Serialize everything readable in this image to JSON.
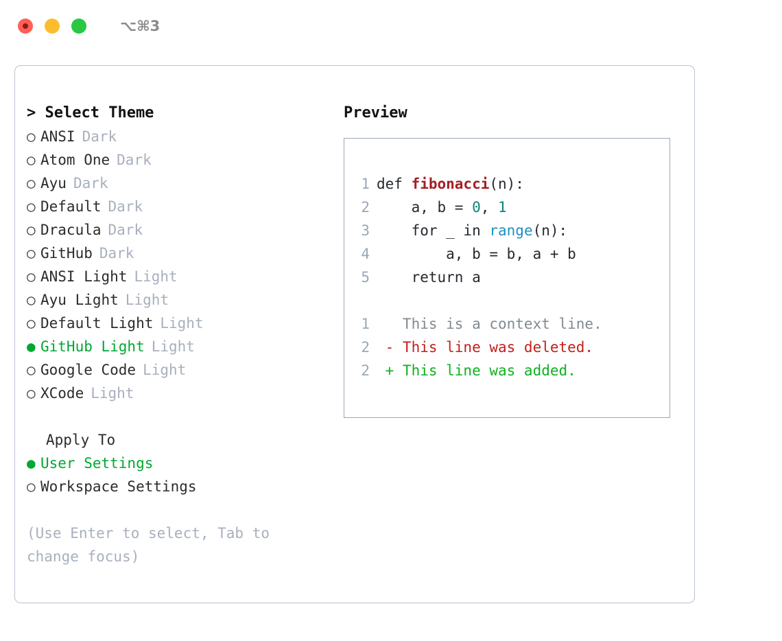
{
  "titlebar": {
    "shortcut": "⌥⌘3",
    "buttons": [
      {
        "name": "close",
        "color": "#ff5f57"
      },
      {
        "name": "minimize",
        "color": "#fbbd2e"
      },
      {
        "name": "maximize",
        "color": "#28c840"
      }
    ]
  },
  "accent": {
    "selected_green": "#00a832",
    "muted_gray": "#a8b0bd",
    "border": "#b9c2ce",
    "preview_border": "#9aa7b8"
  },
  "left": {
    "heading": "> Select Theme",
    "themes": [
      {
        "bullet": "○",
        "name": "ANSI",
        "mode": "Dark",
        "selected": false
      },
      {
        "bullet": "○",
        "name": "Atom One",
        "mode": "Dark",
        "selected": false
      },
      {
        "bullet": "○",
        "name": "Ayu",
        "mode": "Dark",
        "selected": false
      },
      {
        "bullet": "○",
        "name": "Default",
        "mode": "Dark",
        "selected": false
      },
      {
        "bullet": "○",
        "name": "Dracula",
        "mode": "Dark",
        "selected": false
      },
      {
        "bullet": "○",
        "name": "GitHub",
        "mode": "Dark",
        "selected": false
      },
      {
        "bullet": "○",
        "name": "ANSI Light",
        "mode": "Light",
        "selected": false
      },
      {
        "bullet": "○",
        "name": "Ayu Light",
        "mode": "Light",
        "selected": false
      },
      {
        "bullet": "○",
        "name": "Default Light",
        "mode": "Light",
        "selected": false
      },
      {
        "bullet": "●",
        "name": "GitHub Light",
        "mode": "Light",
        "selected": true
      },
      {
        "bullet": "○",
        "name": "Google Code",
        "mode": "Light",
        "selected": false
      },
      {
        "bullet": "○",
        "name": "XCode",
        "mode": "Light",
        "selected": false
      }
    ],
    "apply_to_label": "Apply To",
    "apply_options": [
      {
        "bullet": "●",
        "name": "User Settings",
        "selected": true
      },
      {
        "bullet": "○",
        "name": "Workspace Settings",
        "selected": false
      }
    ],
    "hint": "(Use Enter to select, Tab to change focus)"
  },
  "preview": {
    "title": "Preview",
    "code_lines": [
      {
        "num": "1",
        "tokens": [
          {
            "t": "def ",
            "c": "plain"
          },
          {
            "t": "fibonacci",
            "c": "fn"
          },
          {
            "t": "(n):",
            "c": "plain"
          }
        ]
      },
      {
        "num": "2",
        "tokens": [
          {
            "t": "    a, b = ",
            "c": "plain"
          },
          {
            "t": "0",
            "c": "num"
          },
          {
            "t": ", ",
            "c": "plain"
          },
          {
            "t": "1",
            "c": "num"
          }
        ]
      },
      {
        "num": "3",
        "tokens": [
          {
            "t": "    for _ in ",
            "c": "plain"
          },
          {
            "t": "range",
            "c": "builtin"
          },
          {
            "t": "(n):",
            "c": "plain"
          }
        ]
      },
      {
        "num": "4",
        "tokens": [
          {
            "t": "        a, b = b, a + b",
            "c": "plain"
          }
        ]
      },
      {
        "num": "5",
        "tokens": [
          {
            "t": "    return a",
            "c": "plain"
          }
        ]
      }
    ],
    "diff_lines": [
      {
        "num": "1",
        "text": "   This is a context line.",
        "kind": "ctx"
      },
      {
        "num": "2",
        "text": " - This line was deleted.",
        "kind": "del"
      },
      {
        "num": "2",
        "text": " + This line was added.",
        "kind": "add"
      }
    ]
  }
}
